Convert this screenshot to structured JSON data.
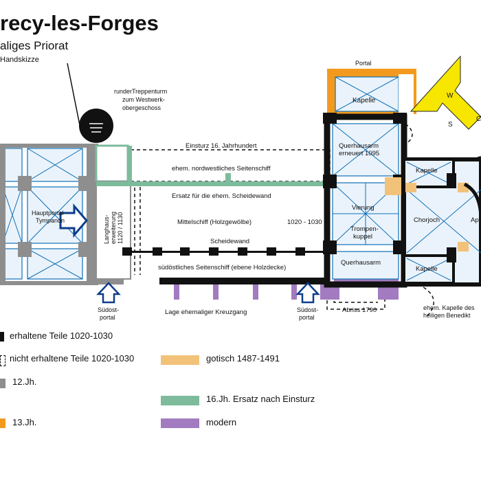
{
  "header": {
    "title": "recy-les-Forges",
    "subtitle": "aliges Priorat",
    "note": "Handskizze"
  },
  "compass": {
    "letters": [
      "W",
      "S",
      "C"
    ],
    "color": "#f6e600"
  },
  "plan_labels": {
    "portal_north": "Portal",
    "kapelle_top": "Kapelle",
    "stair_tower_1": "runderTreppenturm",
    "stair_tower_2": "zum Westwerk-",
    "stair_tower_3": "obergeschoss",
    "collapse": "Einsturz 16. Jahrhundert",
    "nw_aisle": "ehem. nordwestliches Seitenschiff",
    "replacement_wall": "Ersatz für die ehem. Scheidewand",
    "main_portal_1": "Hauptportal",
    "main_portal_2": "Tympanon",
    "nave_ext_1": "Langhaus-",
    "nave_ext_2": "erweiterung",
    "nave_ext_3": "1120 / 1130",
    "nave": "Mittelschiff (Holzgewölbe)",
    "nave_date": "1020 - 1030",
    "divide_wall": "Scheidewand",
    "se_aisle": "südöstliches Seitenschiff (ebene Holzdecke)",
    "transept_n_1": "Querhausarm",
    "transept_n_2": "erneuert 1095",
    "crossing": "Vierung",
    "squinch_1": "Trompen-",
    "squinch_2": "kuppel",
    "transept_s": "Querhausarm",
    "kapelle_n": "Kapelle",
    "kapelle_s": "Kapelle",
    "choir": "Chorjoch",
    "apse_partial": "Ap",
    "se_portal_1_a": "Südost-",
    "se_portal_1_b": "portal",
    "se_portal_2_a": "Südost-",
    "se_portal_2_b": "portal",
    "cloister": "Lage ehemaliger Kreuzgang",
    "demolition": "Abriss 1790",
    "benedikt_1": "ehem. Kapelle des",
    "benedikt_2": "heiligen Benedikt"
  },
  "legend": [
    {
      "label": "erhaltene Teile 1020-1030",
      "color": "#111111",
      "style": "solid"
    },
    {
      "label": "nicht erhaltene Teile 1020-1030",
      "color": "#111111",
      "style": "dashed"
    },
    {
      "label": "12.Jh.",
      "color": "#8e8e8e",
      "style": "solid"
    },
    {
      "label": "13.Jh.",
      "color": "#f39a1e",
      "style": "solid"
    },
    {
      "label": "gotisch 1487-1491",
      "color": "#f2c27a",
      "style": "solid"
    },
    {
      "label": "16.Jh. Ersatz nach Einsturz",
      "color": "#7dbb9c",
      "style": "solid"
    },
    {
      "label": "modern",
      "color": "#a27bc0",
      "style": "solid"
    }
  ],
  "colors": {
    "vault": "#0d6fb8",
    "romanesque": "#111111",
    "c12": "#8e8e8e",
    "c13": "#f39a1e",
    "gothic": "#f2c27a",
    "c16": "#7dbb9c",
    "modern": "#a27bc0"
  }
}
